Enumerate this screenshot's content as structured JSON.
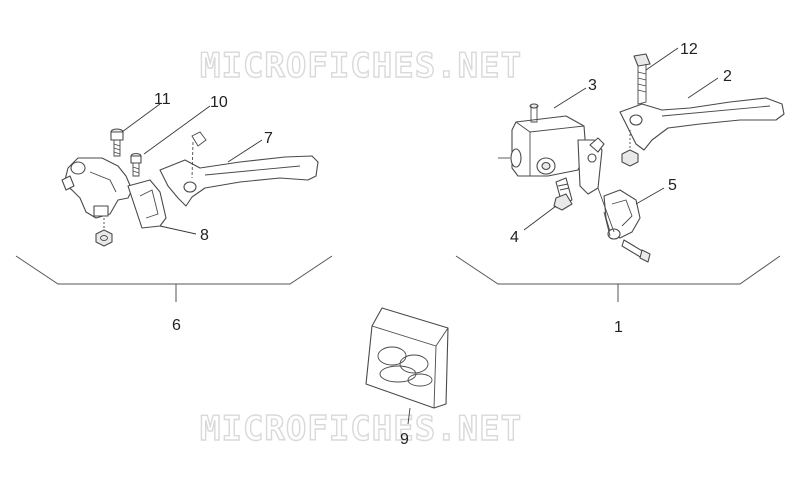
{
  "watermark": {
    "text": "MICROFICHES.NET"
  },
  "callouts": [
    {
      "id": "1",
      "label": "1"
    },
    {
      "id": "2",
      "label": "2"
    },
    {
      "id": "3",
      "label": "3"
    },
    {
      "id": "4",
      "label": "4"
    },
    {
      "id": "5",
      "label": "5"
    },
    {
      "id": "6",
      "label": "6"
    },
    {
      "id": "7",
      "label": "7"
    },
    {
      "id": "8",
      "label": "8"
    },
    {
      "id": "9",
      "label": "9"
    },
    {
      "id": "10",
      "label": "10"
    },
    {
      "id": "11",
      "label": "11"
    },
    {
      "id": "12",
      "label": "12"
    }
  ],
  "colors": {
    "line": "#4a4a4a",
    "watermark": "#d9d9d9",
    "background": "#ffffff"
  }
}
